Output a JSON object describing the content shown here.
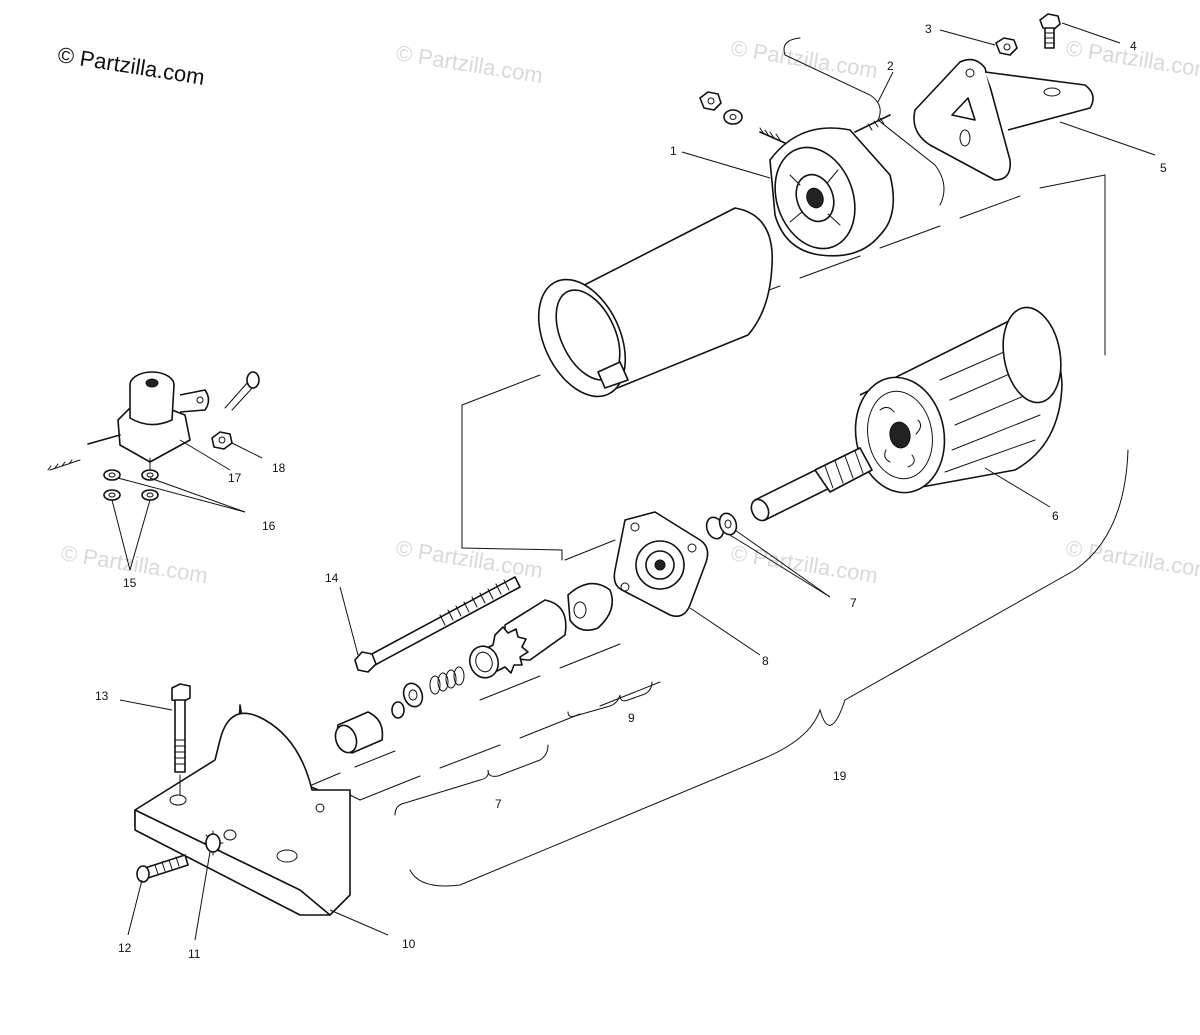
{
  "copyright": "© Partzilla.com",
  "watermark": "© Partzilla.com",
  "callouts": {
    "c1": "1",
    "c2": "2",
    "c3": "3",
    "c4": "4",
    "c5": "5",
    "c6": "6",
    "c7a": "7",
    "c7b": "7",
    "c8": "8",
    "c9": "9",
    "c10": "10",
    "c11": "11",
    "c12": "12",
    "c13": "13",
    "c14": "14",
    "c15": "15",
    "c16": "16",
    "c17": "17",
    "c18": "18",
    "c19": "19"
  }
}
